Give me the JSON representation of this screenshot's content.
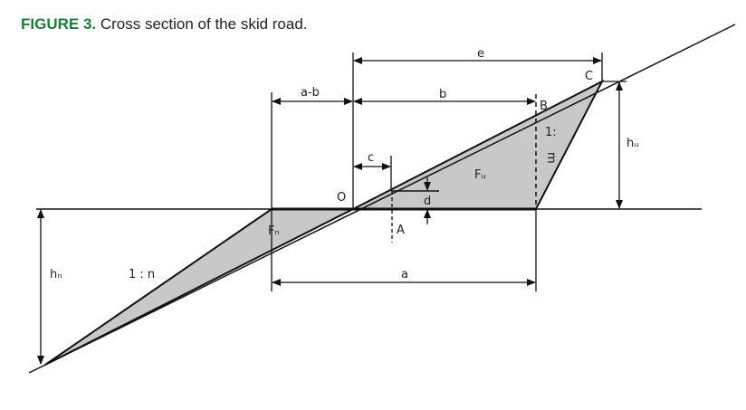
{
  "caption": {
    "label": "FIGURE 3.",
    "text": "Cross section of the skid road."
  },
  "labels": {
    "e": "e",
    "a_minus_b": "a-b",
    "b": "b",
    "c": "c",
    "d": "d",
    "a": "a",
    "O": "O",
    "A": "A",
    "B": "B",
    "C": "C",
    "F_u": "Fᵤ",
    "F_n": "Fₙ",
    "h_u": "hᵤ",
    "h_n": "hₙ",
    "slope_n": "1 : n",
    "slope_m_1": "1:",
    "slope_m_2": "m"
  },
  "colors": {
    "fill": "#c8c8c8",
    "accent": "#1f7a3a"
  }
}
